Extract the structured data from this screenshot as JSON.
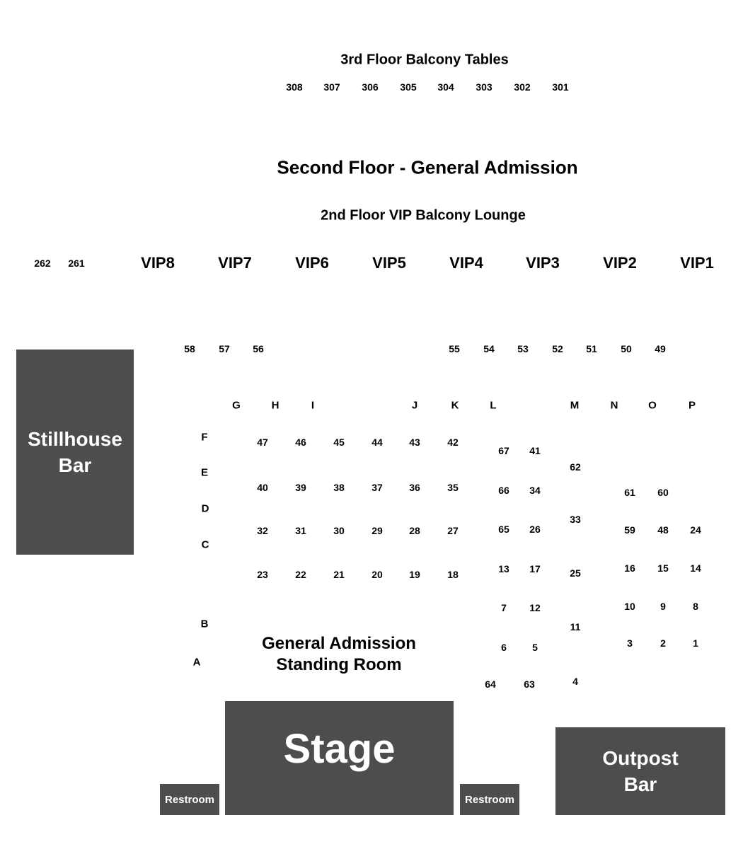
{
  "titles": {
    "balcony": "3rd Floor Balcony Tables",
    "second_floor": "Second Floor - General Admission",
    "vip_lounge": "2nd Floor VIP Balcony Lounge",
    "ga_line1": "General Admission",
    "ga_line2": "Standing Room"
  },
  "areas": {
    "stillhouse_line1": "Stillhouse",
    "stillhouse_line2": "Bar",
    "stage": "Stage",
    "restroom": "Restroom",
    "outpost_line1": "Outpost",
    "outpost_line2": "Bar"
  },
  "colors": {
    "area_fill": "#4d4d4d",
    "area_text": "#ffffff",
    "label": "#000000"
  },
  "balcony_tables": [
    "308",
    "307",
    "306",
    "305",
    "304",
    "303",
    "302",
    "301"
  ],
  "vip_sections": [
    "VIP8",
    "VIP7",
    "VIP6",
    "VIP5",
    "VIP4",
    "VIP3",
    "VIP2",
    "VIP1"
  ],
  "balcony_seats": [
    "262",
    "261"
  ],
  "row_letters": [
    "G",
    "H",
    "I",
    "J",
    "K",
    "L",
    "M",
    "N",
    "O",
    "P",
    "F",
    "E",
    "D",
    "C",
    "B",
    "A"
  ],
  "tables": [
    "58",
    "57",
    "56",
    "55",
    "54",
    "53",
    "52",
    "51",
    "50",
    "49",
    "47",
    "46",
    "45",
    "44",
    "43",
    "42",
    "40",
    "39",
    "38",
    "37",
    "36",
    "35",
    "32",
    "31",
    "30",
    "29",
    "28",
    "27",
    "23",
    "22",
    "21",
    "20",
    "19",
    "18",
    "67",
    "41",
    "66",
    "34",
    "65",
    "26",
    "13",
    "17",
    "7",
    "12",
    "6",
    "5",
    "64",
    "63",
    "62",
    "33",
    "25",
    "11",
    "4",
    "61",
    "60",
    "59",
    "48",
    "24",
    "16",
    "15",
    "14",
    "10",
    "9",
    "8",
    "3",
    "2",
    "1"
  ]
}
